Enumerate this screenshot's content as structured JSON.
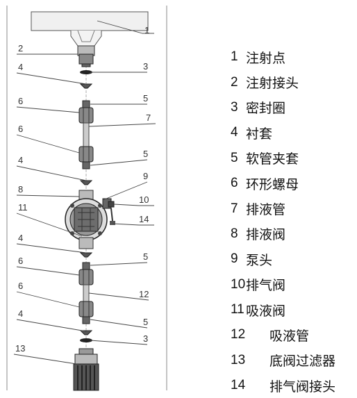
{
  "callouts": [
    "1",
    "2",
    "3",
    "4",
    "5",
    "6",
    "6",
    "7",
    "5",
    "4",
    "8",
    "9",
    "10",
    "14",
    "11",
    "4",
    "5",
    "6",
    "12",
    "6",
    "5",
    "4",
    "3",
    "13"
  ],
  "legend": [
    {
      "num": "1",
      "name": "注射点"
    },
    {
      "num": "2",
      "name": "注射接头"
    },
    {
      "num": "3",
      "name": "密封圈"
    },
    {
      "num": "4",
      "name": "衬套"
    },
    {
      "num": "5",
      "name": "软管夹套"
    },
    {
      "num": "6",
      "name": "环形螺母"
    },
    {
      "num": "7",
      "name": "排液管"
    },
    {
      "num": "8",
      "name": "排液阀"
    },
    {
      "num": "9",
      "name": "泵头"
    },
    {
      "num": "10",
      "name": "排气阀"
    },
    {
      "num": "11",
      "name": "吸液阀"
    },
    {
      "num": "12",
      "name": "吸液管"
    },
    {
      "num": "13",
      "name": "底阀过滤器"
    },
    {
      "num": "14",
      "name": "排气阀接头"
    }
  ]
}
